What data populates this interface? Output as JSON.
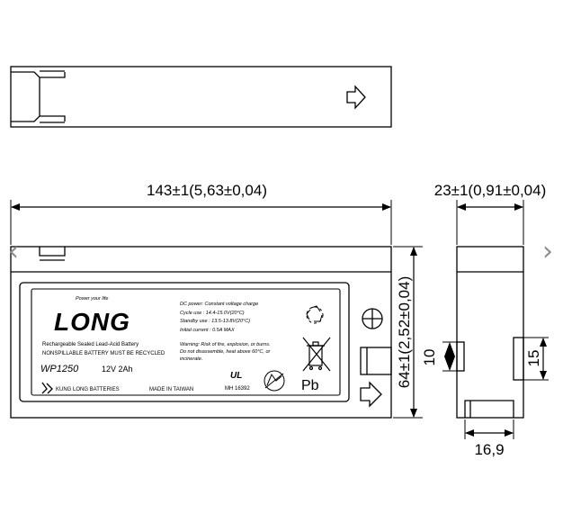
{
  "dimensions": {
    "length": "143±1(5,63±0,04)",
    "width": "23±1(0,91±0,04)",
    "height": "64±1(2,52±0,04)",
    "terminal_gap": "10",
    "terminal_width": "16,9",
    "terminal_height": "15"
  },
  "label": {
    "brand": "LONG",
    "tagline": "Power your life",
    "model": "WP1250",
    "rating": "12V 2Ah",
    "type_line": "Rechargeable Sealed Lead-Acid Battery",
    "nonspill_line": "NONSPILLABLE BATTERY MUST BE RECYCLED",
    "maker": "KUNG LONG BATTERIES",
    "origin": "MADE IN TAIWAN",
    "cert_code": "MH 16392",
    "charge_title": "DC power: Constant voltage charge",
    "cycle_use": "Cycle use : 14.4-15.0V(20°C)",
    "standby_use": "Standby use : 13.5-13.8V(20°C)",
    "initial_current": "Initial current : 0.5A MAX",
    "warning_1": "Warning: Risk of fire, explosion, or burns.",
    "warning_2": "Do not disassemble, heat above 60°C, or",
    "warning_3": "incinerate.",
    "pb": "Pb",
    "ul_mark": "UL"
  },
  "polarity": {
    "positive": "+",
    "negative": "⇨"
  },
  "icons": {
    "recycle": "recycle-icon",
    "no_bin": "crossed-bin-icon",
    "ul": "ul-icon",
    "iso": "recycle-circle-icon",
    "logo": "kung-long-logo-icon"
  },
  "navigation": {
    "prev": "‹",
    "next": "›"
  }
}
